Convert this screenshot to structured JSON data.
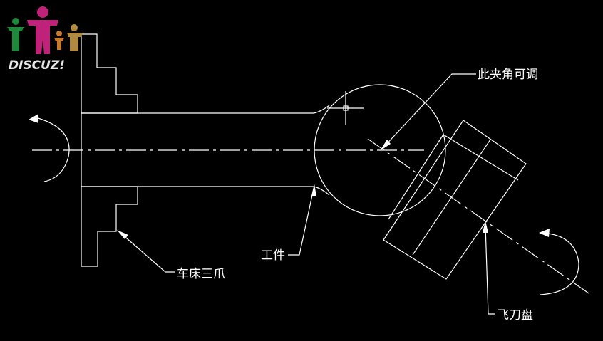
{
  "watermark": {
    "text": "DISCUZ!",
    "colors": [
      "#1e8a3c",
      "#c0227a",
      "#c87a30",
      "#b08a40"
    ]
  },
  "labels": {
    "angle_adjustable": "此夹角可调",
    "chuck": "车床三爪",
    "workpiece": "工件",
    "fly_cutter": "飞刀盘"
  },
  "colors": {
    "background": "#000000",
    "line": "#ffffff"
  }
}
